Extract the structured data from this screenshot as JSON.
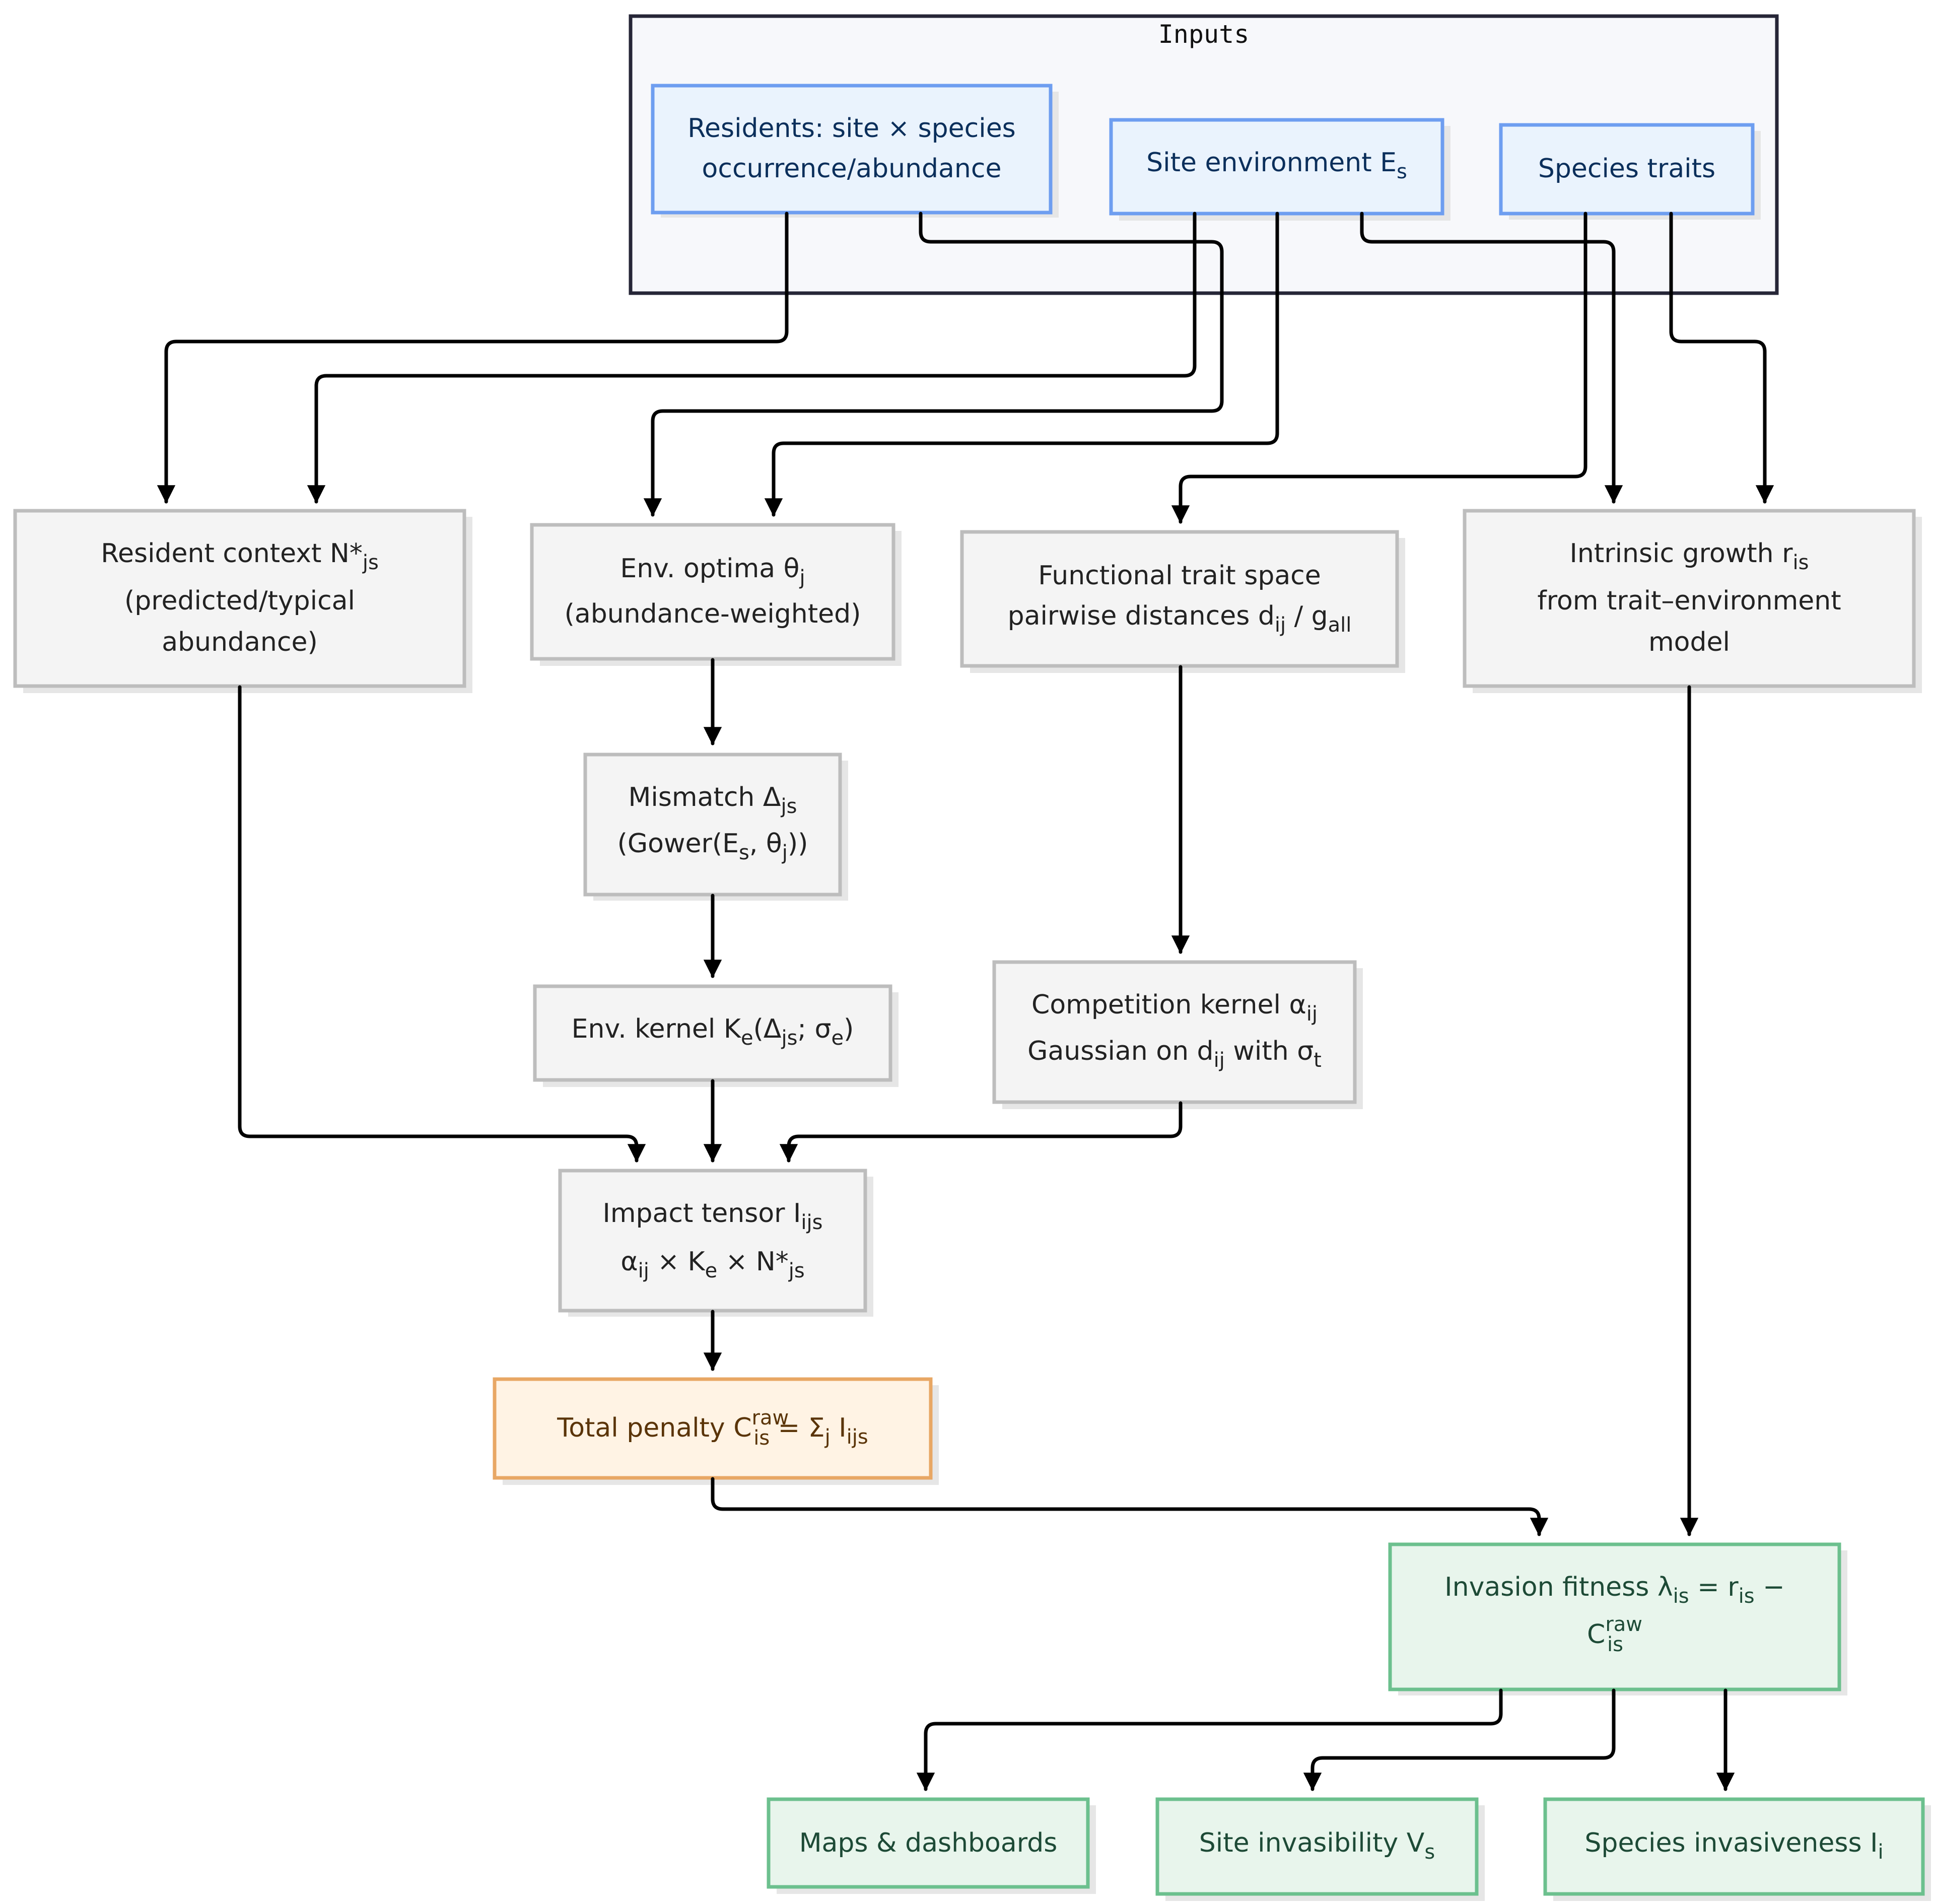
{
  "inputs": {
    "title": "Inputs",
    "residents": {
      "line1": "Residents: site × species",
      "line2": "occurrence/abundance"
    },
    "site_env": {
      "text": "Site environment E",
      "sub": "s"
    },
    "species_traits": {
      "text": "Species traits"
    }
  },
  "nodes": {
    "resident_context": {
      "line1_a": "Resident context N*",
      "line1_sub": "js",
      "line2": "(predicted/typical",
      "line3": "abundance)"
    },
    "env_optima": {
      "line1_a": "Env. optima θ",
      "line1_sub": "j",
      "line2": "(abundance-weighted)"
    },
    "trait_space": {
      "line1": "Functional trait space",
      "line2_a": "pairwise distances d",
      "line2_sub1": "ij",
      "line2_b": " / g",
      "line2_sub2": "all"
    },
    "intrinsic_growth": {
      "line1_a": "Intrinsic growth r",
      "line1_sub": "is",
      "line2": "from trait–environment",
      "line3": "model"
    },
    "mismatch": {
      "line1_a": "Mismatch Δ",
      "line1_sub": "js",
      "line2_a": "(Gower(E",
      "line2_sub1": "s",
      "line2_b": ", θ",
      "line2_sub2": "j",
      "line2_c": "))"
    },
    "env_kernel": {
      "a": "Env. kernel K",
      "sub1": "e",
      "b": "(Δ",
      "sub2": "js",
      "c": "; σ",
      "sub3": "e",
      "d": ")"
    },
    "competition_kernel": {
      "line1_a": "Competition kernel α",
      "line1_sub": "ij",
      "line2_a": "Gaussian on d",
      "line2_sub1": "ij",
      "line2_b": " with σ",
      "line2_sub2": "t"
    },
    "impact_tensor": {
      "line1_a": "Impact tensor I",
      "line1_sub": "ijs",
      "line2_a": "α",
      "line2_sub1": "ij",
      "line2_b": " × K",
      "line2_sub2": "e",
      "line2_c": " × N*",
      "line2_sub3": "js"
    },
    "total_penalty": {
      "a": "Total penalty C",
      "sup": "raw",
      "sub1": "is",
      "b": " = Σ",
      "sub2": "j",
      "c": " I",
      "sub3": "ijs"
    },
    "invasion_fitness": {
      "line1_a": "Invasion fitness λ",
      "line1_sub1": "is",
      "line1_b": " = r",
      "line1_sub2": "is",
      "line1_c": " −",
      "line2_a": "C",
      "line2_sup": "raw",
      "line2_sub": "is"
    }
  },
  "outputs": {
    "maps": {
      "text": "Maps & dashboards"
    },
    "invasibility": {
      "text": "Site invasibility V",
      "sub": "s"
    },
    "invasiveness": {
      "text": "Species invasiveness I",
      "sub": "i"
    }
  },
  "colors": {
    "input_fill": "#eaf3fd",
    "input_stroke": "#6e9ef0",
    "process_fill": "#f4f4f4",
    "process_stroke": "#bdbdbd",
    "penalty_fill": "#fff3e4",
    "penalty_stroke": "#e8a764",
    "output_fill": "#e8f5ec",
    "output_stroke": "#6cc08e",
    "container_fill": "#f7f8fb",
    "container_stroke": "#262637",
    "shadow": "#e6e6e6"
  }
}
